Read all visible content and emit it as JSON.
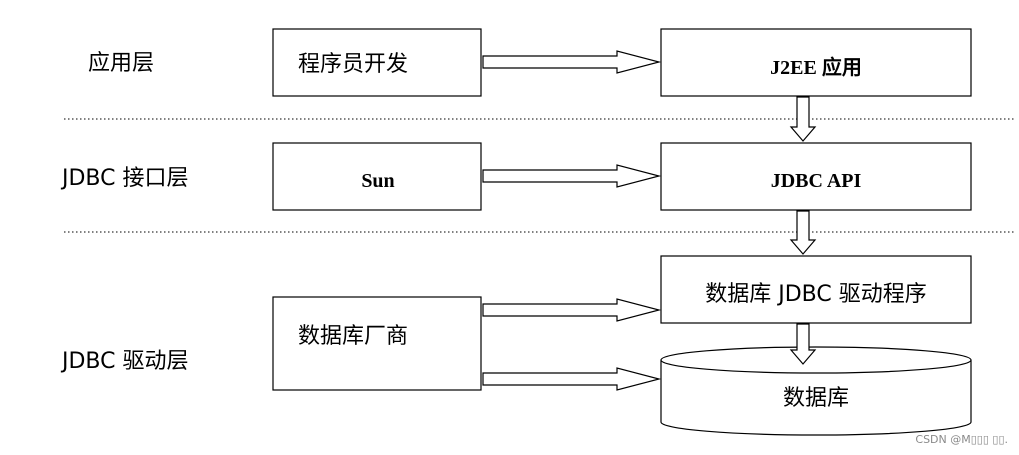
{
  "layers": {
    "application": "应用层",
    "jdbc_interface": "JDBC 接口层",
    "jdbc_driver": "JDBC 驱动层"
  },
  "boxes": {
    "developer": "程序员开发",
    "j2ee_app": "J2EE 应用",
    "sun": "Sun",
    "jdbc_api": "JDBC API",
    "db_vendor": "数据库厂商",
    "db_driver": "数据库 JDBC 驱动程序",
    "database": "数据库"
  },
  "watermark": "CSDN @M▯▯▯ ▯▯."
}
